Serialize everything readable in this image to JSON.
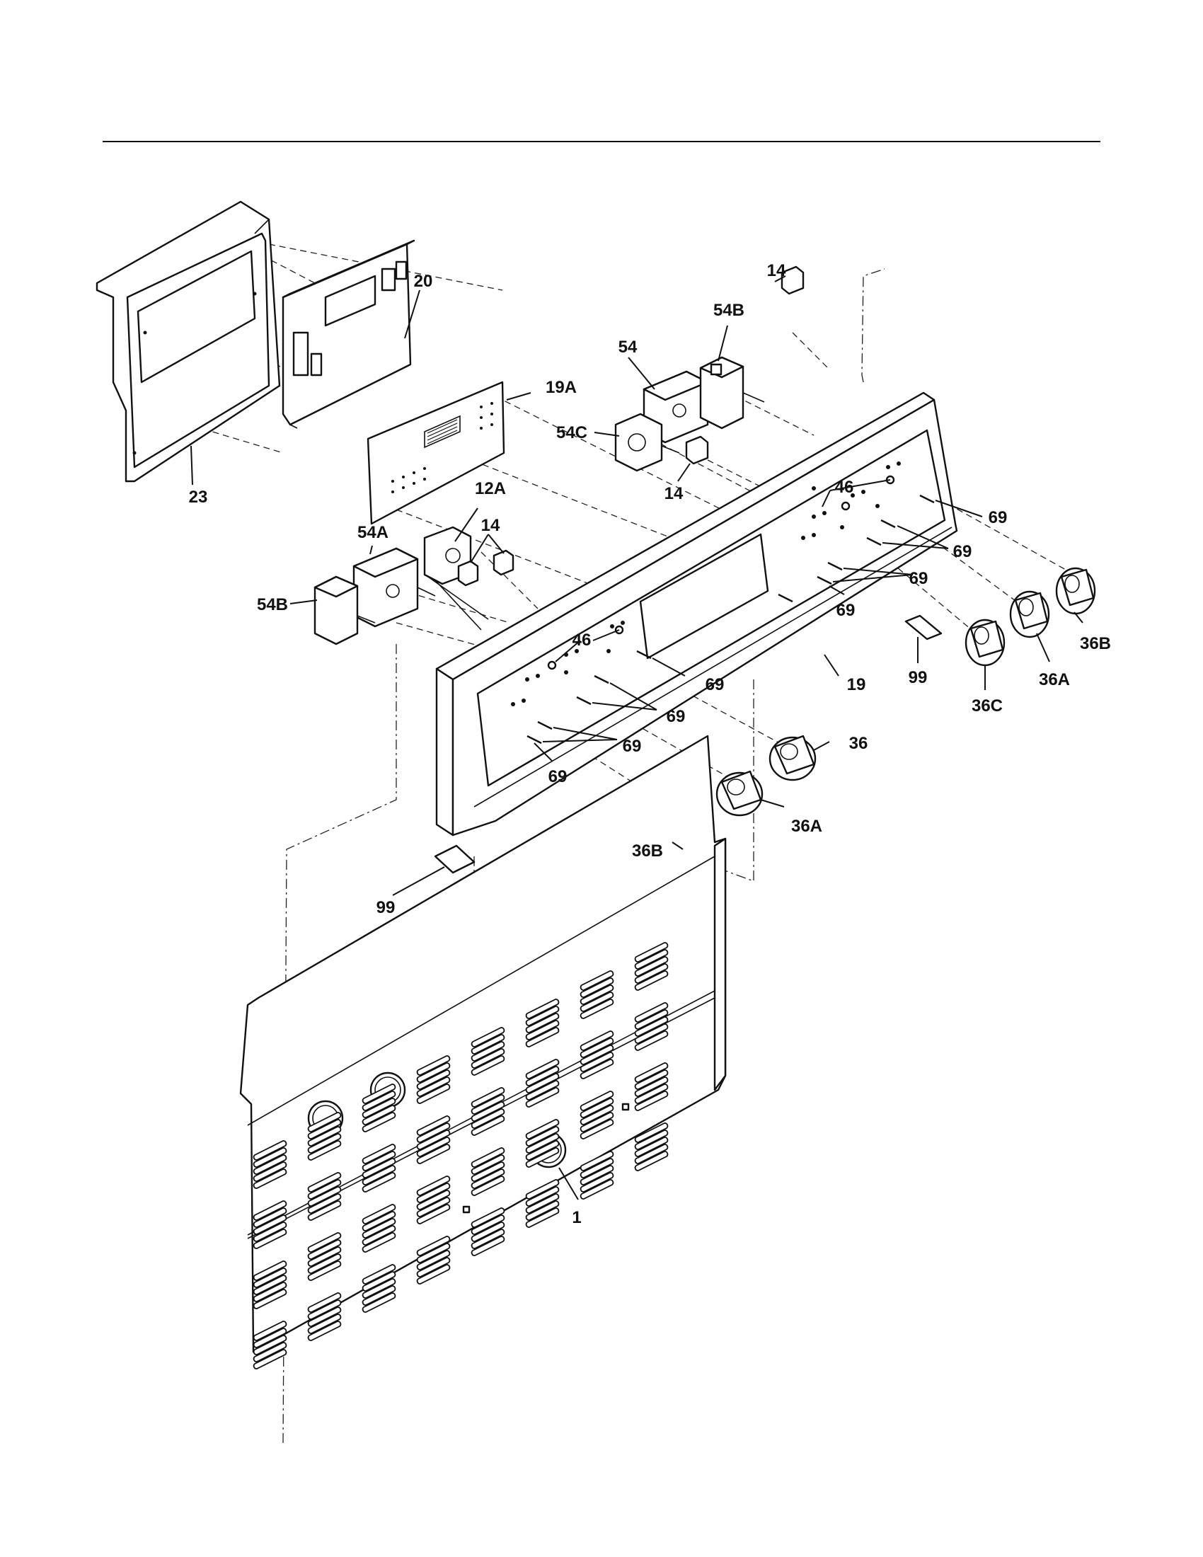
{
  "callouts": [
    {
      "id": "c20",
      "text": "20"
    },
    {
      "id": "c54b-top",
      "text": "54B"
    },
    {
      "id": "c54",
      "text": "54"
    },
    {
      "id": "c14-top",
      "text": "14"
    },
    {
      "id": "c19a",
      "text": "19A"
    },
    {
      "id": "c54c",
      "text": "54C"
    },
    {
      "id": "c14-mid",
      "text": "14"
    },
    {
      "id": "c23",
      "text": "23"
    },
    {
      "id": "c12a",
      "text": "12A"
    },
    {
      "id": "c14-left",
      "text": "14"
    },
    {
      "id": "c54a",
      "text": "54A"
    },
    {
      "id": "c54b-left",
      "text": "54B"
    },
    {
      "id": "c46-right",
      "text": "46"
    },
    {
      "id": "c69-r1",
      "text": "69"
    },
    {
      "id": "c69-r2",
      "text": "69"
    },
    {
      "id": "c69-r3",
      "text": "69"
    },
    {
      "id": "c69-r4",
      "text": "69"
    },
    {
      "id": "c46-left",
      "text": "46"
    },
    {
      "id": "c69-l1",
      "text": "69"
    },
    {
      "id": "c69-l2",
      "text": "69"
    },
    {
      "id": "c69-l3",
      "text": "69"
    },
    {
      "id": "c69-l4",
      "text": "69"
    },
    {
      "id": "c19",
      "text": "19"
    },
    {
      "id": "c99-right",
      "text": "99"
    },
    {
      "id": "c36b-right",
      "text": "36B"
    },
    {
      "id": "c36a-right",
      "text": "36A"
    },
    {
      "id": "c36c",
      "text": "36C"
    },
    {
      "id": "c36",
      "text": "36"
    },
    {
      "id": "c36a-left",
      "text": "36A"
    },
    {
      "id": "c36b-left",
      "text": "36B"
    },
    {
      "id": "c99-left",
      "text": "99"
    },
    {
      "id": "c1",
      "text": "1"
    }
  ]
}
